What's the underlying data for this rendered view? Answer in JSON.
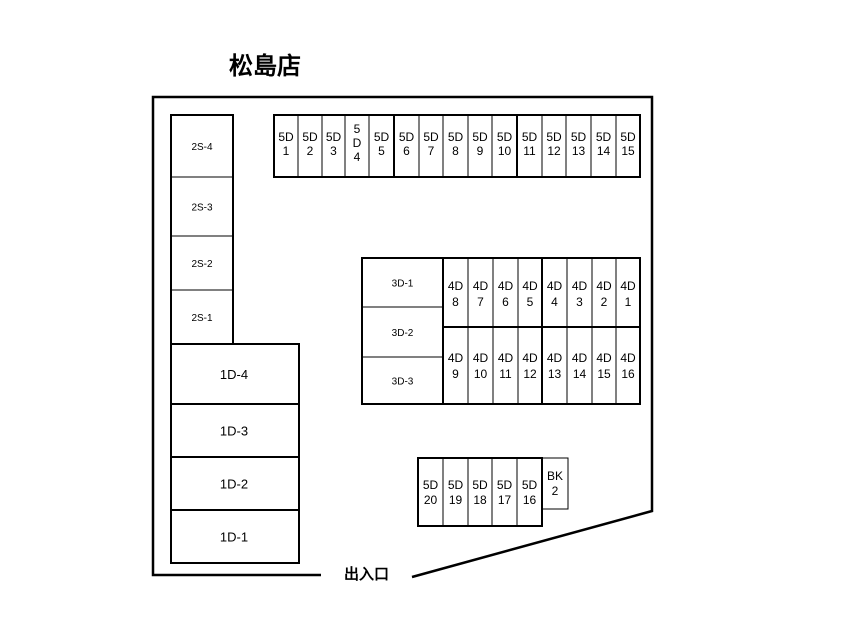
{
  "title": "松島店",
  "entrance_label": "出入口",
  "slots_2s": [
    "2S-4",
    "2S-3",
    "2S-2",
    "2S-1"
  ],
  "slots_1d": [
    "1D-4",
    "1D-3",
    "1D-2",
    "1D-1"
  ],
  "row_5d_top": [
    [
      "5D",
      "1"
    ],
    [
      "5D",
      "2"
    ],
    [
      "5D",
      "3"
    ],
    [
      "5",
      "D",
      "4"
    ],
    [
      "5D",
      "5"
    ],
    [
      "5D",
      "6"
    ],
    [
      "5D",
      "7"
    ],
    [
      "5D",
      "8"
    ],
    [
      "5D",
      "9"
    ],
    [
      "5D",
      "10"
    ],
    [
      "5D",
      "11"
    ],
    [
      "5D",
      "12"
    ],
    [
      "5D",
      "13"
    ],
    [
      "5D",
      "14"
    ],
    [
      "5D",
      "15"
    ]
  ],
  "slots_3d": [
    "3D-1",
    "3D-2",
    "3D-3"
  ],
  "row_4d_top": [
    [
      "4D",
      "8"
    ],
    [
      "4D",
      "7"
    ],
    [
      "4D",
      "6"
    ],
    [
      "4D",
      "5"
    ],
    [
      "4D",
      "4"
    ],
    [
      "4D",
      "3"
    ],
    [
      "4D",
      "2"
    ],
    [
      "4D",
      "1"
    ]
  ],
  "row_4d_bottom": [
    [
      "4D",
      "9"
    ],
    [
      "4D",
      "10"
    ],
    [
      "4D",
      "11"
    ],
    [
      "4D",
      "12"
    ],
    [
      "4D",
      "13"
    ],
    [
      "4D",
      "14"
    ],
    [
      "4D",
      "15"
    ],
    [
      "4D",
      "16"
    ]
  ],
  "row_5d_bottom": [
    [
      "5D",
      "20"
    ],
    [
      "5D",
      "19"
    ],
    [
      "5D",
      "18"
    ],
    [
      "5D",
      "17"
    ],
    [
      "5D",
      "16"
    ]
  ],
  "bike_slot": [
    "BK",
    "2"
  ]
}
